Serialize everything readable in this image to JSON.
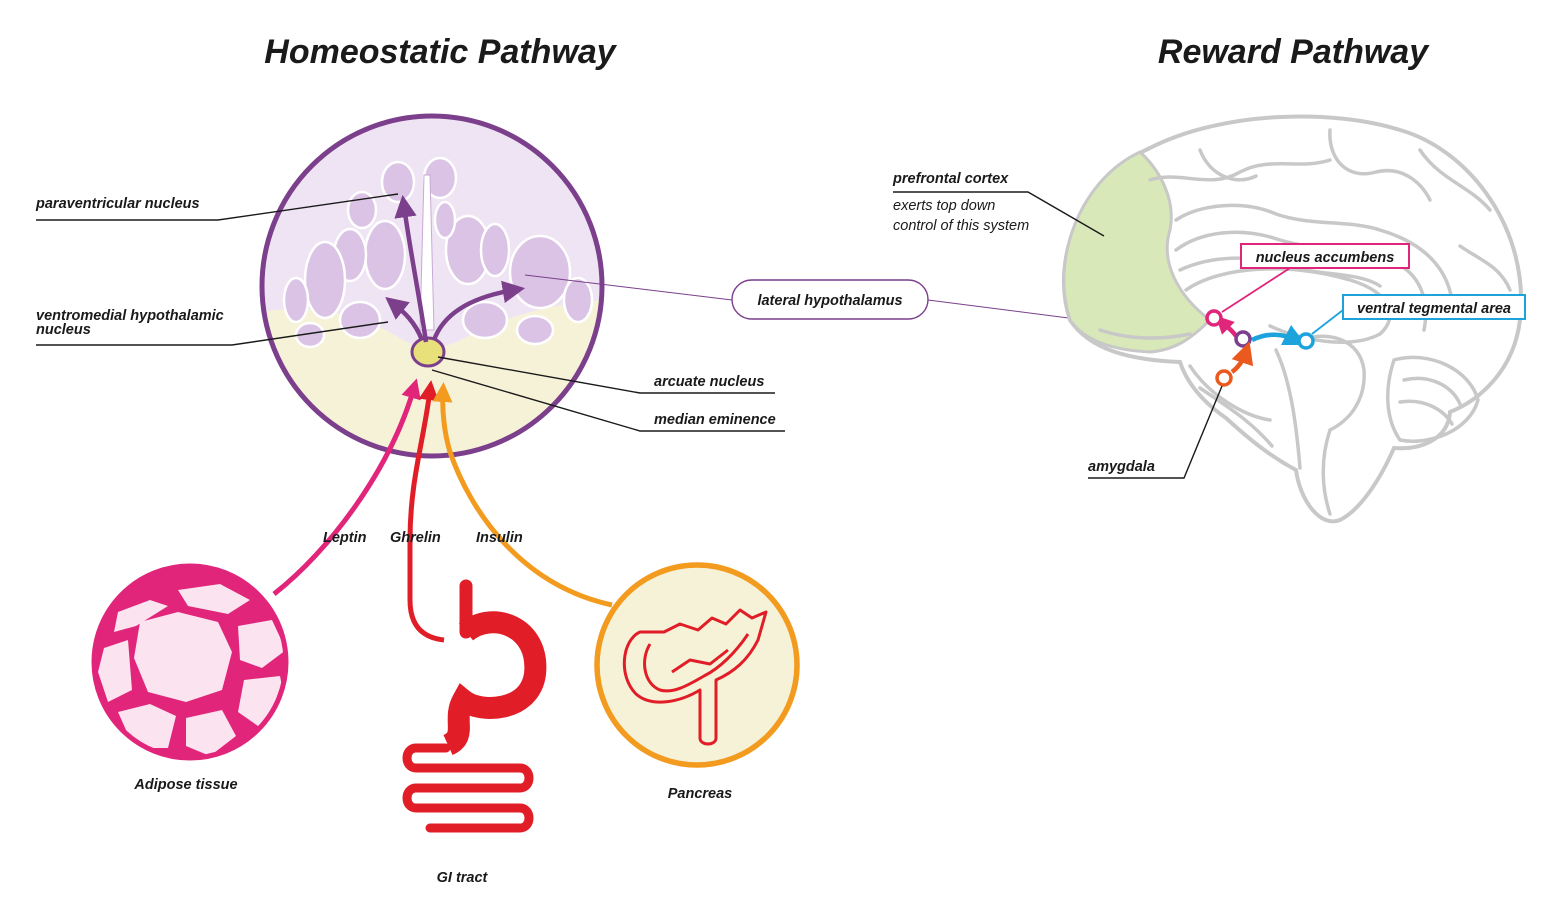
{
  "titles": {
    "homeostatic": "Homeostatic Pathway",
    "reward": "Reward Pathway"
  },
  "hypothalamus": {
    "paraventricular": "paraventricular nucleus",
    "ventromedial_line1": "ventromedial hypothalamic",
    "ventromedial_line2": "nucleus",
    "arcuate": "arcuate nucleus",
    "median_eminence": "median eminence",
    "lateral": "lateral hypothalamus"
  },
  "hormones": {
    "leptin": "Leptin",
    "ghrelin": "Ghrelin",
    "insulin": "Insulin"
  },
  "organs": {
    "adipose": "Adipose tissue",
    "gi": "GI tract",
    "pancreas": "Pancreas"
  },
  "brain": {
    "prefrontal": "prefrontal cortex",
    "prefrontal_note1": "exerts top down",
    "prefrontal_note2": "control of this system",
    "nucleus_accumbens": "nucleus accumbens",
    "vta": "ventral tegmental area",
    "amygdala": "amygdala"
  },
  "colors": {
    "purple": "#7b3f8c",
    "light_purple": "#e6d6ec",
    "pink": "#e0257a",
    "red": "#e11d27",
    "orange": "#f29b1f",
    "blue": "#1da3dc",
    "amygdala_orange": "#ea5a1e",
    "cream": "#f6f2d8",
    "prefrontal_green": "#d8e8b8",
    "brain_grey": "#c8c8c8"
  }
}
